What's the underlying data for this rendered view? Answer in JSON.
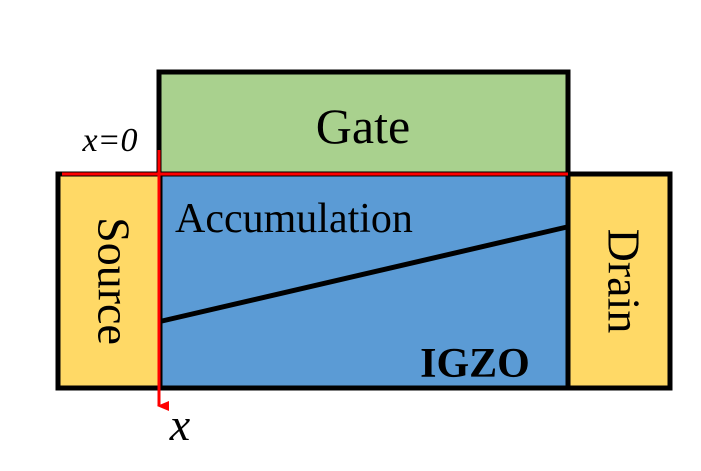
{
  "labels": {
    "gate": "Gate",
    "source": "Source",
    "drain": "Drain",
    "accumulation": "Accumulation",
    "channel_material": "IGZO",
    "origin": "x=0",
    "axis": "x"
  },
  "colors": {
    "gate_fill": "#a9d18e",
    "channel_fill": "#5b9bd5",
    "contact_fill": "#ffd966",
    "outline": "#000000",
    "axis": "#ff0000",
    "text": "#000000"
  }
}
